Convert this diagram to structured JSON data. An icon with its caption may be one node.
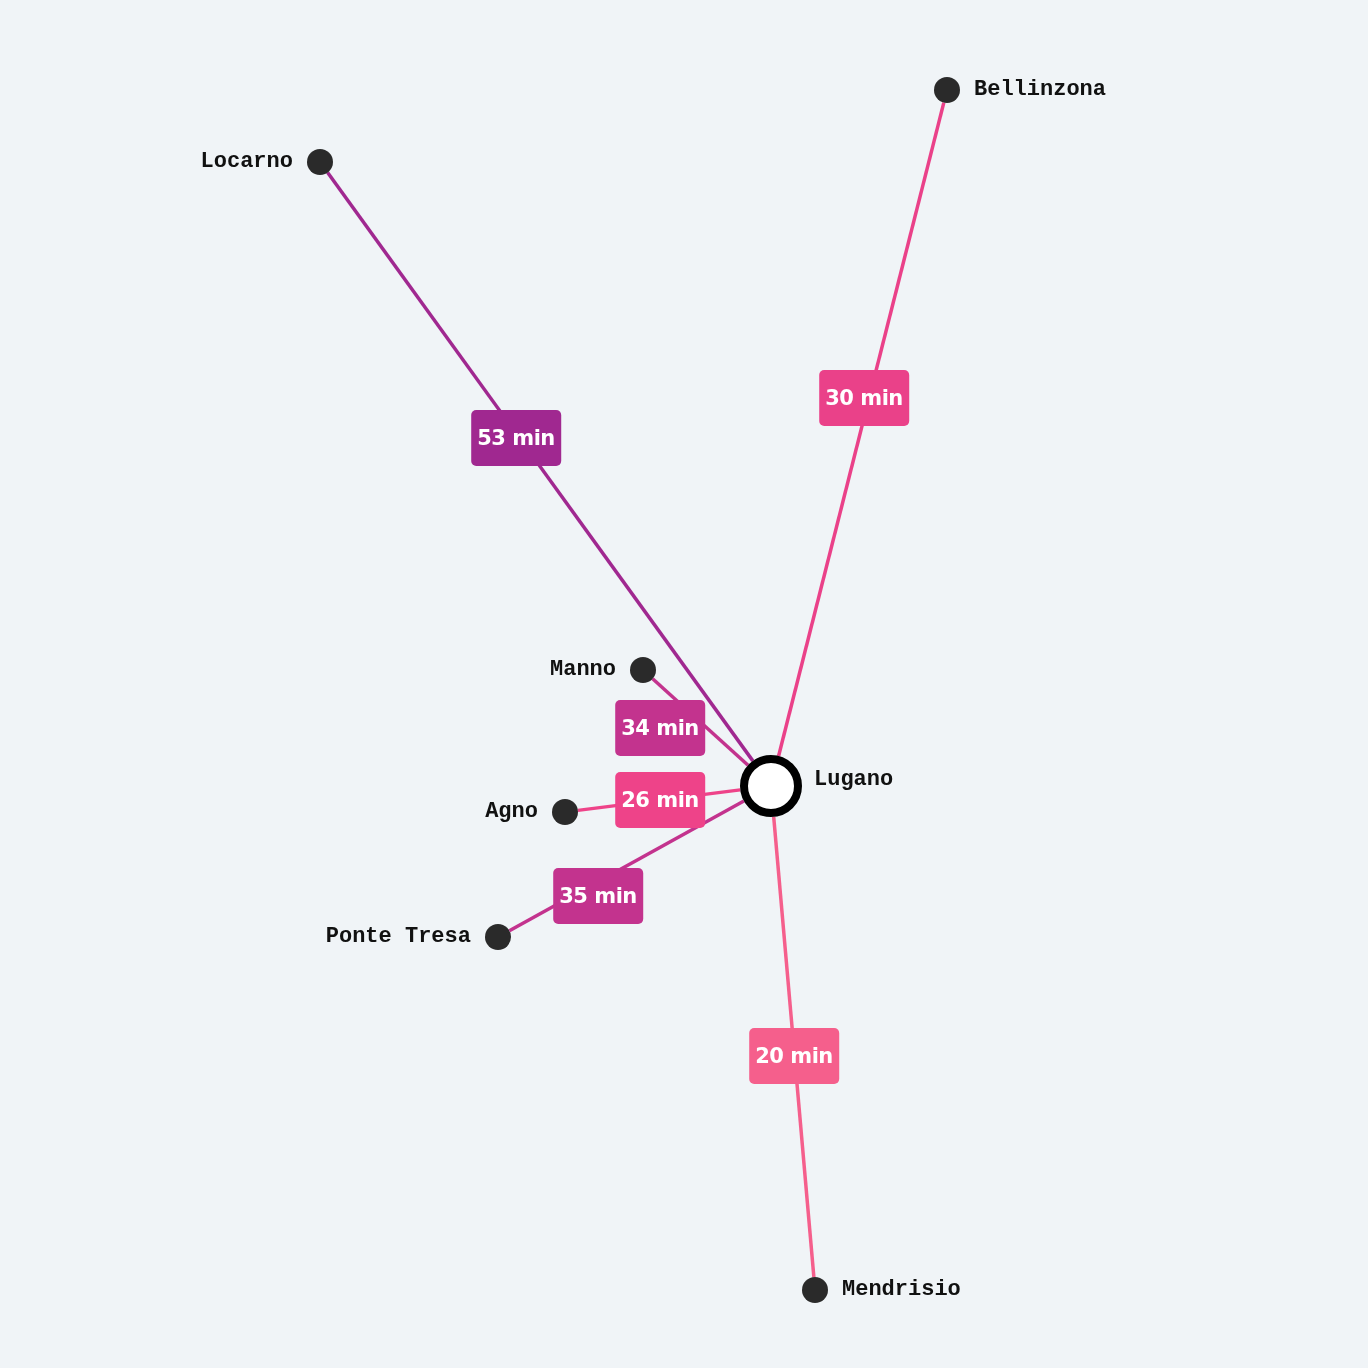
{
  "diagram": {
    "nodes": [
      {
        "text": [
          "Bellinzona"
        ]
      },
      {
        "text": [
          "Locarno"
        ]
      },
      {
        "text": [
          "Manno"
        ]
      },
      {
        "text": [
          "Lugano"
        ]
      },
      {
        "text": [
          "Agno"
        ]
      },
      {
        "text": [
          "Ponte Tresa"
        ]
      },
      {
        "text": [
          "Mendrisio"
        ]
      }
    ],
    "edges": [
      {
        "from": 3,
        "to": 1,
        "arrow": "none",
        "label": "53 min",
        "color": "#a02890"
      },
      {
        "from": 3,
        "to": 0,
        "arrow": "none",
        "label": "30 min",
        "color": "#ea4189"
      },
      {
        "from": 3,
        "to": 2,
        "arrow": "none",
        "label": "34 min",
        "color": "#c3338e"
      },
      {
        "from": 3,
        "to": 4,
        "arrow": "none",
        "label": "26 min",
        "color": "#ee4389"
      },
      {
        "from": 3,
        "to": 5,
        "arrow": "none",
        "label": "35 min",
        "color": "#c3338e"
      },
      {
        "from": 3,
        "to": 6,
        "arrow": "none",
        "label": "20 min",
        "color": "#f55f8c"
      }
    ]
  }
}
